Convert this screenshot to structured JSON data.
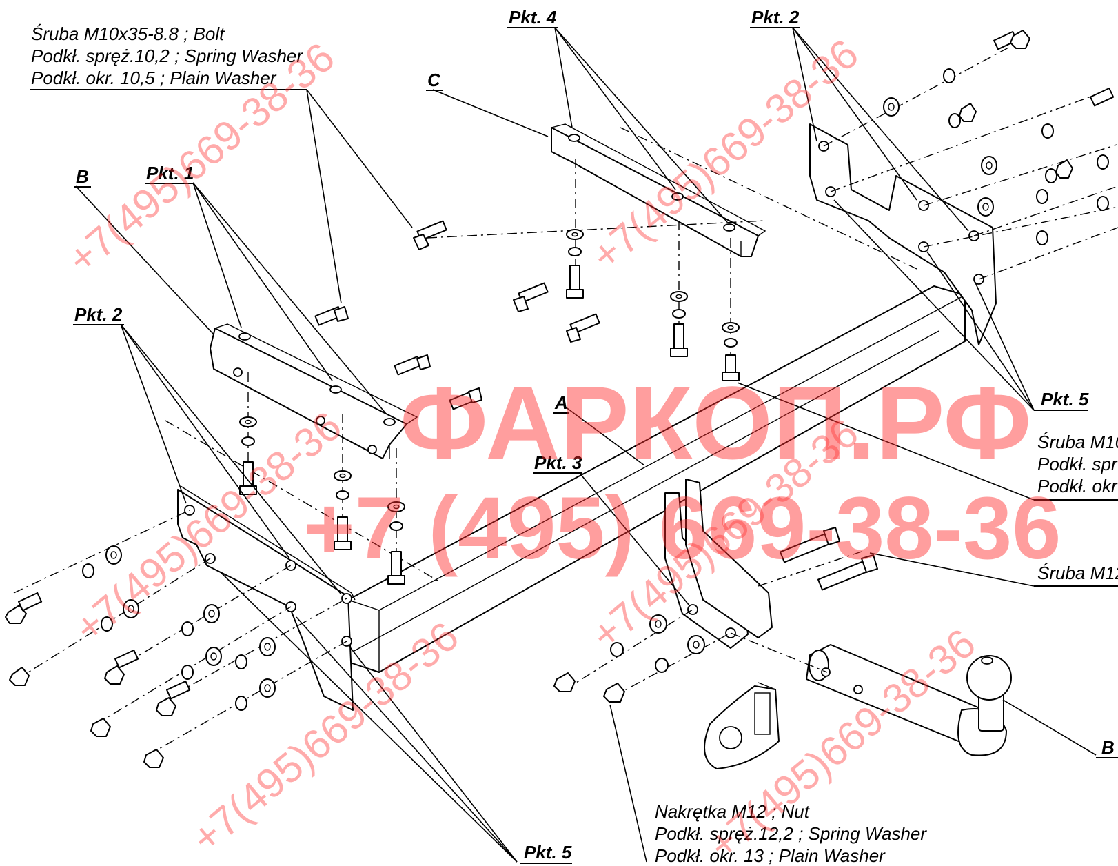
{
  "labels": {
    "pkt1": "Pkt. 1",
    "pkt2_top": "Pkt. 2",
    "pkt2_left": "Pkt. 2",
    "pkt3": "Pkt. 3",
    "pkt4": "Pkt. 4",
    "pkt5_bottom": "Pkt. 5",
    "pkt5_right": "Pkt. 5",
    "part_a": "A",
    "part_b_left": "B",
    "part_b_right": "B",
    "part_c": "C"
  },
  "notes": {
    "bolt_m10_line1": "Śruba M10x35-8.8 ;  Bolt",
    "bolt_m10_line2": "Podkł. spręż.10,2 ; Spring Washer",
    "bolt_m10_line3": "Podkł. okr. 10,5 ; Plain Washer",
    "nut_m12_line1": "Nakrętka  M12 ; Nut",
    "nut_m12_line2": "Podkł. spręż.12,2 ; Spring Washer",
    "nut_m12_line3": "Podkł. okr. 13 ; Plain Washer",
    "right_m10_line1": "Śruba M10",
    "right_m10_line2": "Podkł. spr",
    "right_m10_line3": "Podkł. okr",
    "right_m12": "Śruba M12"
  },
  "watermark": {
    "brand": "ФАРКОП.РФ",
    "phone_big": "+7 (495) 669-38-36",
    "phone_small": "+7(495)669-38-36"
  }
}
